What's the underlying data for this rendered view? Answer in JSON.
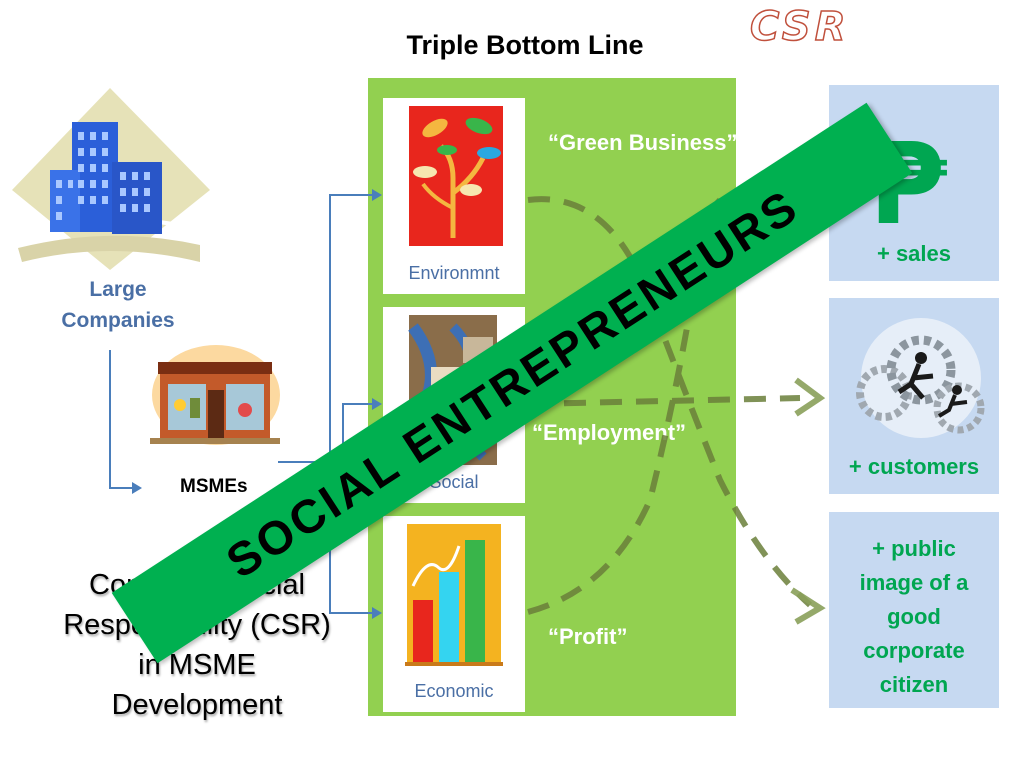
{
  "title": "Triple Bottom Line",
  "logo_text": "CSR",
  "left": {
    "large_companies": "Large Companies",
    "msmes": "MSMEs",
    "csr_title": "Corporate Social Responsibility (CSR) in MSME Development"
  },
  "cards": [
    {
      "label": "Environmnt",
      "icon": "tree-icon"
    },
    {
      "label": "Social",
      "icon": "abstract-art-icon"
    },
    {
      "label": "Economic",
      "icon": "bar-chart-icon"
    }
  ],
  "green_labels": {
    "green_business": "“Green Business”",
    "employment": "“Employment”",
    "profit": "“Profit”"
  },
  "outcomes": {
    "peso_symbol": "₱",
    "sales": "+ sales",
    "customers": "+ customers",
    "public_image": "+ public image of a good corporate citizen"
  },
  "banner": "SOCIAL ENTREPRENEURS",
  "colors": {
    "panel_green": "#92d050",
    "banner_green": "#00b050",
    "outcome_blue": "#c6d9f1",
    "outcome_text_green": "#00a651",
    "arrow_blue": "#4a7ebb",
    "dash_olive": "#6b7f3a"
  }
}
